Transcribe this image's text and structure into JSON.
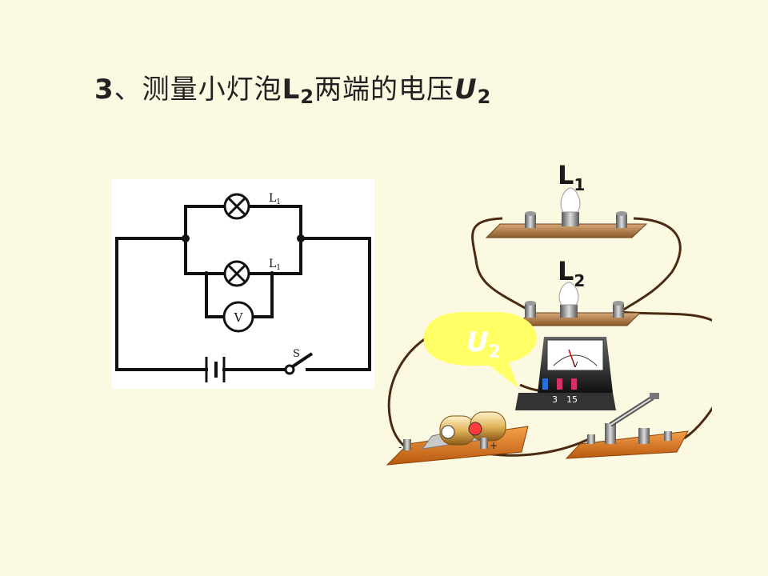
{
  "title": {
    "prefix": "3",
    "separator": "、",
    "text_a": "测量小灯泡",
    "lamp": "L",
    "lamp_sub": "2",
    "text_b": "两端的电压",
    "var": "U",
    "var_sub": "2"
  },
  "schematic": {
    "lamp1_label": "L",
    "lamp1_sub": "1",
    "lamp2_label": "L",
    "lamp2_sub": "1",
    "voltmeter_symbol": "V",
    "switch_label": "S"
  },
  "apparatus": {
    "lamp1_label": "L",
    "lamp1_sub": "1",
    "lamp2_label": "L",
    "lamp2_sub": "2",
    "bubble_var": "U",
    "bubble_sub": "2",
    "meter_symbol": "V",
    "meter_terminal_a": "3",
    "meter_terminal_b": "15",
    "battery_minus": "-",
    "battery_plus": "+"
  },
  "colors": {
    "background": "#fbf9e1",
    "bubble": "#ffff66",
    "wire": "#4a2a12",
    "board": "#b07845",
    "base": "#e07a1a"
  }
}
